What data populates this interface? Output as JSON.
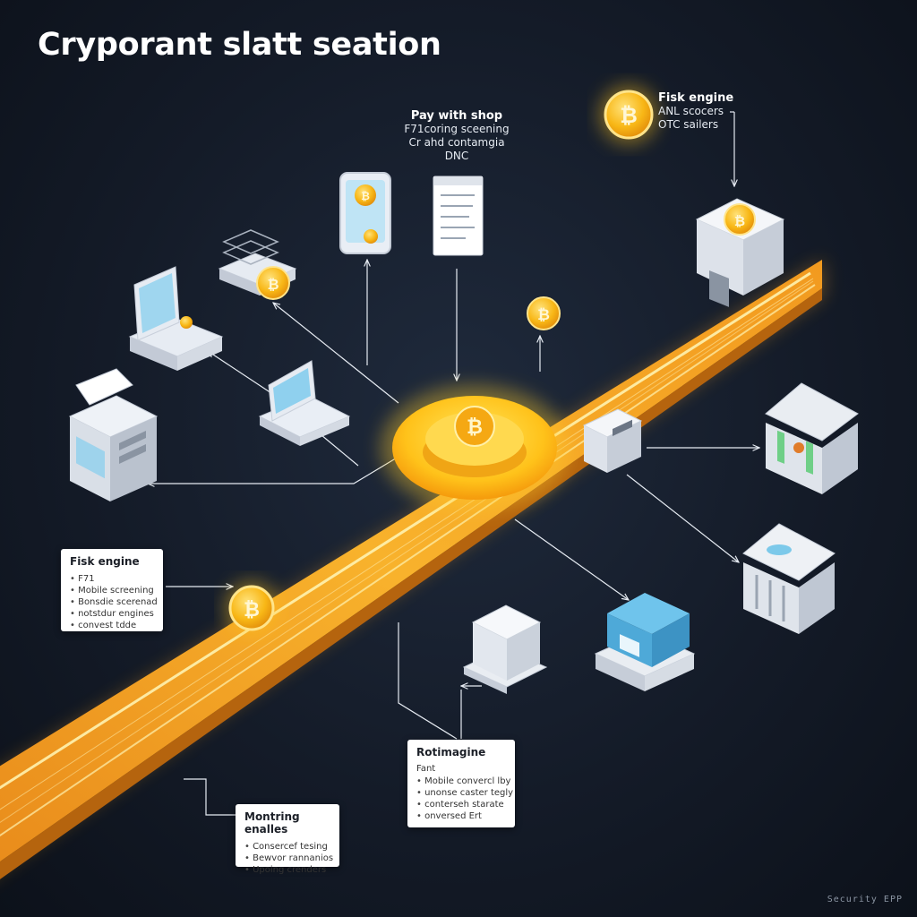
{
  "title": "Cryporant slatt seation",
  "watermark": "Security EPP",
  "coin_symbol": "₿",
  "colors": {
    "background": "#141b28",
    "rail": "#f6a623",
    "rail_glow": "#ffd24a",
    "coin": "#f7b216",
    "card": "#ffffff",
    "accent_blue": "#5bc0e8"
  },
  "labels": {
    "pay_shop": {
      "heading": "Pay with shop",
      "lines": [
        "F71coring sceening",
        "Cr ahd contamgia",
        "DNC"
      ]
    },
    "risk_top": {
      "heading": "Fisk engine",
      "lines": [
        "ANL scocers",
        "OTC sailers"
      ]
    }
  },
  "cards": {
    "risk_left": {
      "heading": "Fisk engine",
      "items": [
        "F71",
        "Mobile screening",
        "Bonsdie scerenad",
        "notstdur engines",
        "convest tdde"
      ]
    },
    "routing": {
      "heading": "Rotimagine",
      "sub": "Fant",
      "items": [
        "Mobile convercl lby",
        "unonse caster tegly",
        "conterseh starate",
        "onversed Ert"
      ]
    },
    "monitoring": {
      "heading": "Montring enalles",
      "items": [
        "Consercef tesing",
        "Bewvor rannanios",
        "Upoing crenders"
      ]
    }
  }
}
